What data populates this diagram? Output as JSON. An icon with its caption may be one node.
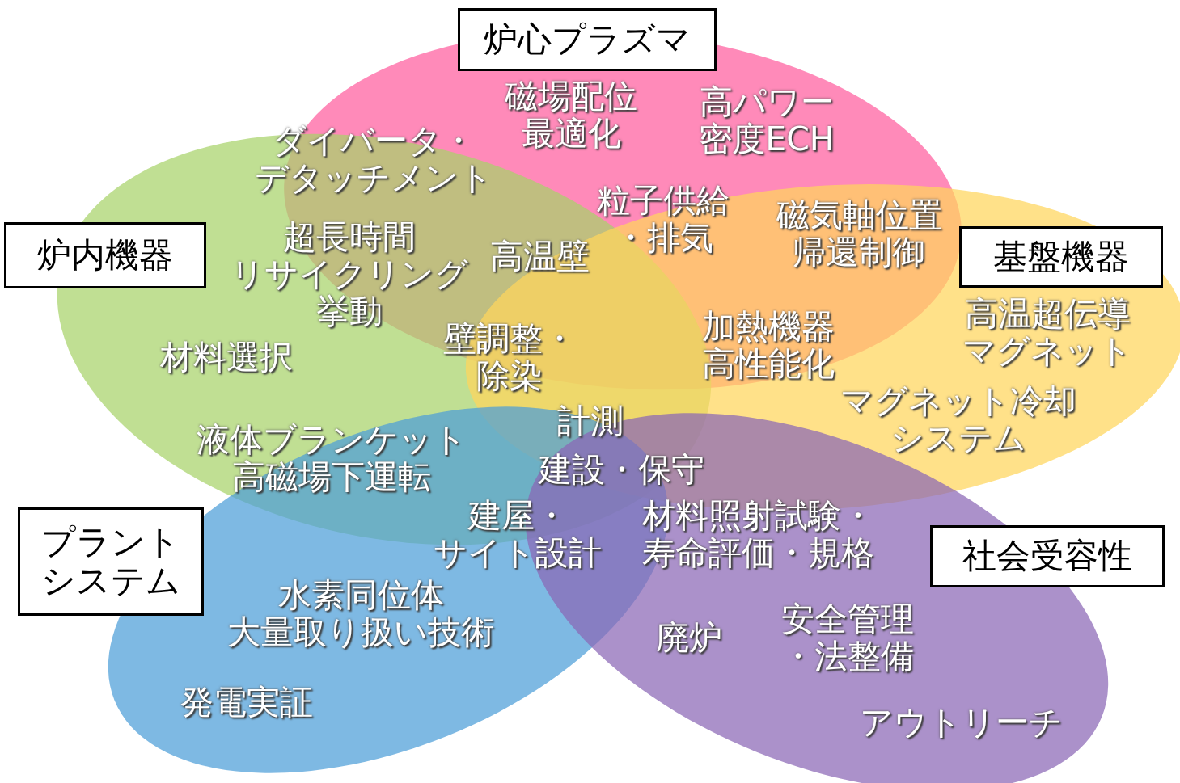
{
  "diagram": {
    "nodes": [
      {
        "text": [
          "炉心プラズマ"
        ]
      },
      {
        "text": [
          "炉内機器"
        ]
      },
      {
        "text": [
          "基盤機器"
        ]
      },
      {
        "text": [
          "プラントシステム"
        ]
      },
      {
        "text": [
          "社会受容性"
        ]
      }
    ],
    "labels": [
      "磁場配位最適化",
      "高パワー密度ECH",
      "ダイバータ・デタッチメント",
      "粒子供給・排気",
      "磁気軸位置帰還制御",
      "超長時間リサイクリング挙動",
      "高温壁",
      "加熱機器高性能化",
      "高温超伝導マグネット",
      "材料選択",
      "壁調整・除染",
      "マグネット冷却システム",
      "計測",
      "液体ブランケット高磁場下運転",
      "建設・保守",
      "建屋・サイト設計",
      "材料照射試験・寿命評価・規格",
      "水素同位体大量取り扱い技術",
      "廃炉",
      "安全管理・法整備",
      "発電実証",
      "アウトリーチ"
    ]
  }
}
